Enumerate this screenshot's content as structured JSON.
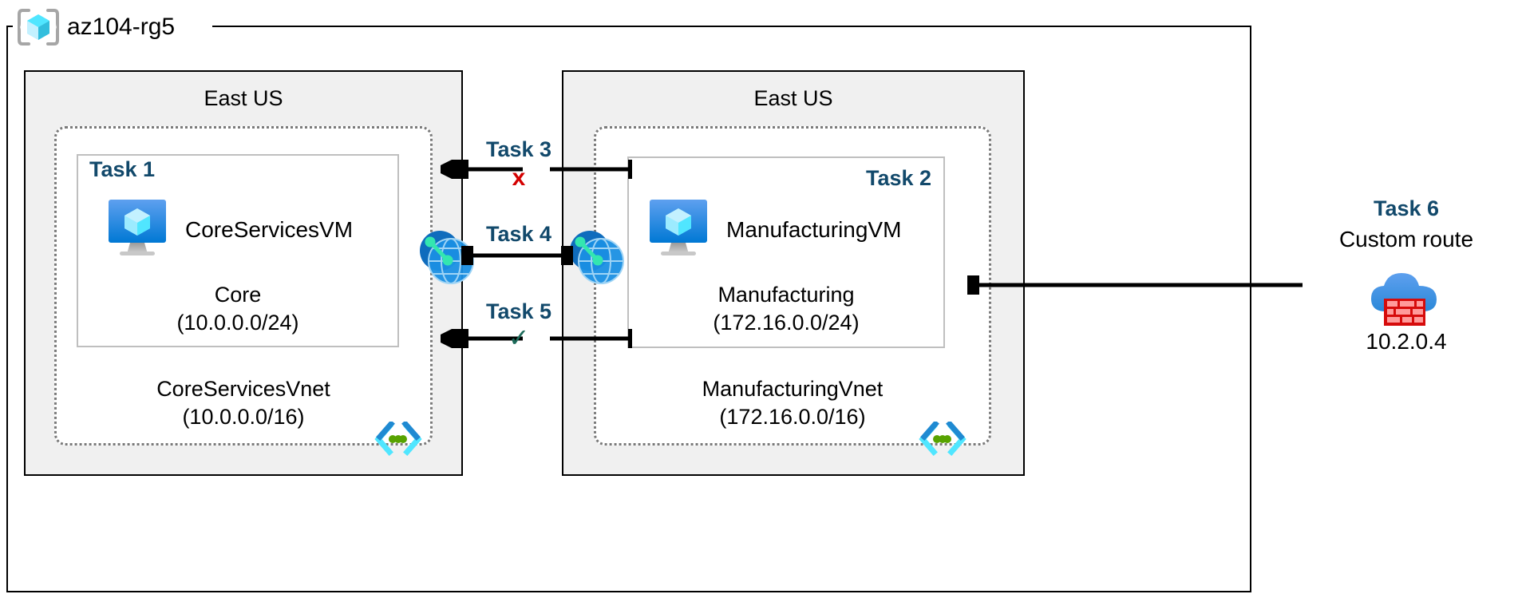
{
  "resource_group": {
    "name": "az104-rg5",
    "icon": "resource-group-cube-icon"
  },
  "left_region": {
    "region_label": "East US",
    "vnet": {
      "name": "CoreServicesVnet",
      "cidr": "(10.0.0.0/16)",
      "icon": "vnet-angle-brackets-icon"
    },
    "subnet": {
      "task_tag": "Task 1",
      "vm_name": "CoreServicesVM",
      "vm_icon": "virtual-machine-icon",
      "name": "Core",
      "cidr": "(10.0.0.0/24)"
    }
  },
  "right_region": {
    "region_label": "East US",
    "vnet": {
      "name": "ManufacturingVnet",
      "cidr": "(172.16.0.0/16)",
      "icon": "vnet-angle-brackets-icon"
    },
    "subnet": {
      "task_tag": "Task 2",
      "vm_name": "ManufacturingVM",
      "vm_icon": "virtual-machine-icon",
      "name": "Manufacturing",
      "cidr": "(172.16.0.0/24)"
    }
  },
  "center_connections": [
    {
      "label": "Task 3",
      "marker": "x",
      "marker_glyph": "x"
    },
    {
      "label": "Task 4",
      "marker": "none",
      "marker_glyph": ""
    },
    {
      "label": "Task 5",
      "marker": "check",
      "marker_glyph": "✓"
    }
  ],
  "peering_icons": {
    "left": "vnet-peering-icon",
    "right": "vnet-peering-icon"
  },
  "task6": {
    "title": "Task 6",
    "subtitle": "Custom route",
    "ip": "10.2.0.4",
    "icon": "firewall-cloud-icon"
  },
  "colors": {
    "task_blue": "#12496b",
    "region_fill": "#f0f0f0",
    "vnet_border": "#7a7a7a",
    "subnet_border": "#bfbfbf",
    "x_red": "#d40000",
    "check_green": "#1d6b5a",
    "azure_blue": "#0078d4",
    "cyan": "#50e6ff"
  }
}
